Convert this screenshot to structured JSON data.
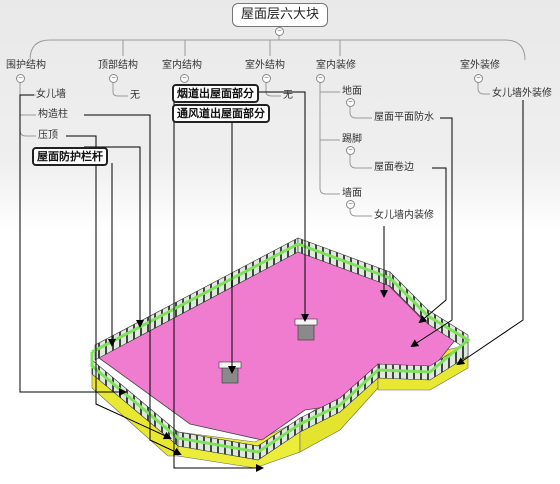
{
  "mindmap": {
    "root": "屋面层六大块",
    "branches": [
      {
        "label": "围护结构",
        "children": [
          "女儿墙",
          "构造柱",
          "压顶"
        ]
      },
      {
        "label": "顶部结构",
        "children": [
          "无"
        ]
      },
      {
        "label": "室内结构",
        "children": []
      },
      {
        "label": "室外结构",
        "children": [
          "无"
        ]
      },
      {
        "label": "室内装修",
        "children": [
          "地面",
          "屋面平面防水",
          "踢脚",
          "屋面卷边",
          "墙面",
          "女儿墙内装修"
        ]
      },
      {
        "label": "室外装修",
        "children": [
          "女儿墙外装修"
        ]
      }
    ],
    "callouts": [
      "屋面防护栏杆",
      "烟道出屋面部分",
      "通风道出屋面部分"
    ]
  },
  "colors": {
    "background_top": "#ececec",
    "roof_surface": "#ee77cc",
    "parapet_top": "#88dd66",
    "parapet_side": "#eeee33",
    "railing": "#5a5a5a",
    "connector": "#9a9a9a",
    "arrow": "#000000"
  }
}
